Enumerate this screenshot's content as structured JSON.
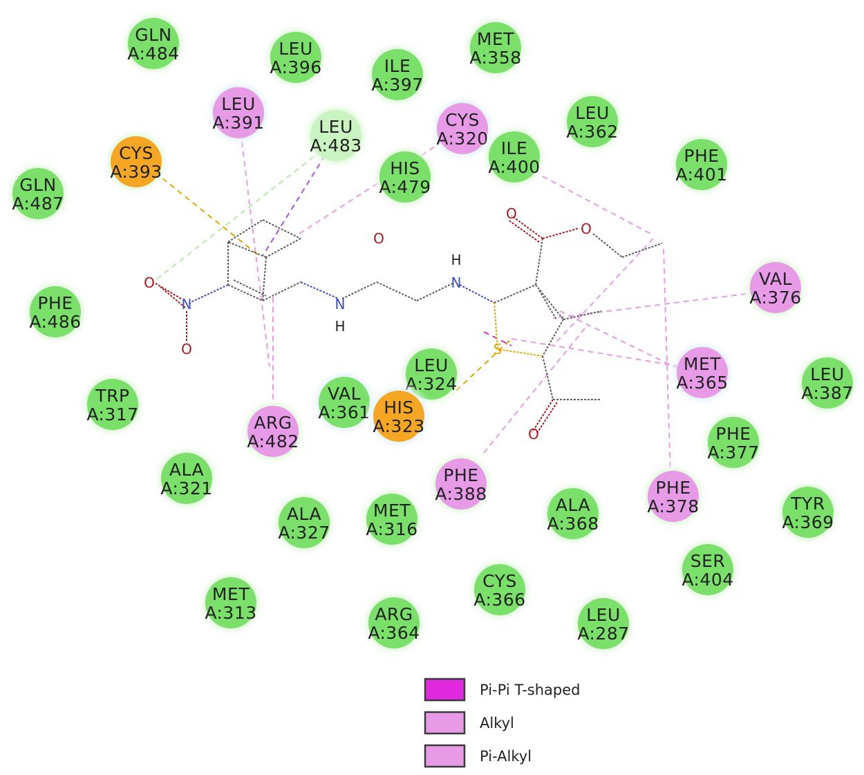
{
  "colors": {
    "van_der_waals": "#7ae06a",
    "van_der_waals_halo": "#c9f4c1",
    "pi_sulfur": "#f5a623",
    "alkyl": "#e79be6",
    "pi_pi_t_shaped": "#e028de",
    "pi_alkyl": "#e79be6",
    "carbon_bond": "#5a5a5a",
    "nitrogen": "#3b4cc0",
    "oxygen": "#b0151c",
    "sulfur": "#e6a600"
  },
  "residues": [
    {
      "name": "GLN",
      "id": "A:484",
      "type": "van_der_waals"
    },
    {
      "name": "LEU",
      "id": "A:396",
      "type": "van_der_waals"
    },
    {
      "name": "ILE",
      "id": "A:397",
      "type": "van_der_waals"
    },
    {
      "name": "MET",
      "id": "A:358",
      "type": "van_der_waals"
    },
    {
      "name": "LEU",
      "id": "A:391",
      "type": "alkyl"
    },
    {
      "name": "LEU",
      "id": "A:483",
      "type": "van_der_waals_light"
    },
    {
      "name": "CYS",
      "id": "A:320",
      "type": "alkyl"
    },
    {
      "name": "LEU",
      "id": "A:362",
      "type": "van_der_waals"
    },
    {
      "name": "CYS",
      "id": "A:393",
      "type": "pi_sulfur"
    },
    {
      "name": "ILE",
      "id": "A:400",
      "type": "van_der_waals"
    },
    {
      "name": "HIS",
      "id": "A:479",
      "type": "van_der_waals"
    },
    {
      "name": "PHE",
      "id": "A:401",
      "type": "van_der_waals"
    },
    {
      "name": "GLN",
      "id": "A:487",
      "type": "van_der_waals"
    },
    {
      "name": "VAL",
      "id": "A:376",
      "type": "alkyl"
    },
    {
      "name": "PHE",
      "id": "A:486",
      "type": "van_der_waals"
    },
    {
      "name": "MET",
      "id": "A:365",
      "type": "alkyl"
    },
    {
      "name": "LEU",
      "id": "A:387",
      "type": "van_der_waals"
    },
    {
      "name": "LEU",
      "id": "A:324",
      "type": "van_der_waals"
    },
    {
      "name": "TRP",
      "id": "A:317",
      "type": "van_der_waals"
    },
    {
      "name": "VAL",
      "id": "A:361",
      "type": "van_der_waals"
    },
    {
      "name": "HIS",
      "id": "A:323",
      "type": "pi_sulfur"
    },
    {
      "name": "ARG",
      "id": "A:482",
      "type": "alkyl"
    },
    {
      "name": "PHE",
      "id": "A:377",
      "type": "van_der_waals"
    },
    {
      "name": "ALA",
      "id": "A:321",
      "type": "van_der_waals"
    },
    {
      "name": "PHE",
      "id": "A:388",
      "type": "alkyl"
    },
    {
      "name": "PHE",
      "id": "A:378",
      "type": "alkyl"
    },
    {
      "name": "TYR",
      "id": "A:369",
      "type": "van_der_waals"
    },
    {
      "name": "ALA",
      "id": "A:327",
      "type": "van_der_waals"
    },
    {
      "name": "MET",
      "id": "A:316",
      "type": "van_der_waals"
    },
    {
      "name": "ALA",
      "id": "A:368",
      "type": "van_der_waals"
    },
    {
      "name": "SER",
      "id": "A:404",
      "type": "van_der_waals"
    },
    {
      "name": "MET",
      "id": "A:313",
      "type": "van_der_waals"
    },
    {
      "name": "CYS",
      "id": "A:366",
      "type": "van_der_waals"
    },
    {
      "name": "ARG",
      "id": "A:364",
      "type": "van_der_waals"
    },
    {
      "name": "LEU",
      "id": "A:287",
      "type": "van_der_waals"
    }
  ],
  "atoms": {
    "o_label": "O",
    "n_label": "N",
    "h_label": "H",
    "s_label": "S"
  },
  "legend": [
    {
      "label": "Pi-Pi T-shaped",
      "color": "#e028de"
    },
    {
      "label": "Alkyl",
      "color": "#e79be6"
    },
    {
      "label": "Pi-Alkyl",
      "color": "#e79be6"
    }
  ]
}
